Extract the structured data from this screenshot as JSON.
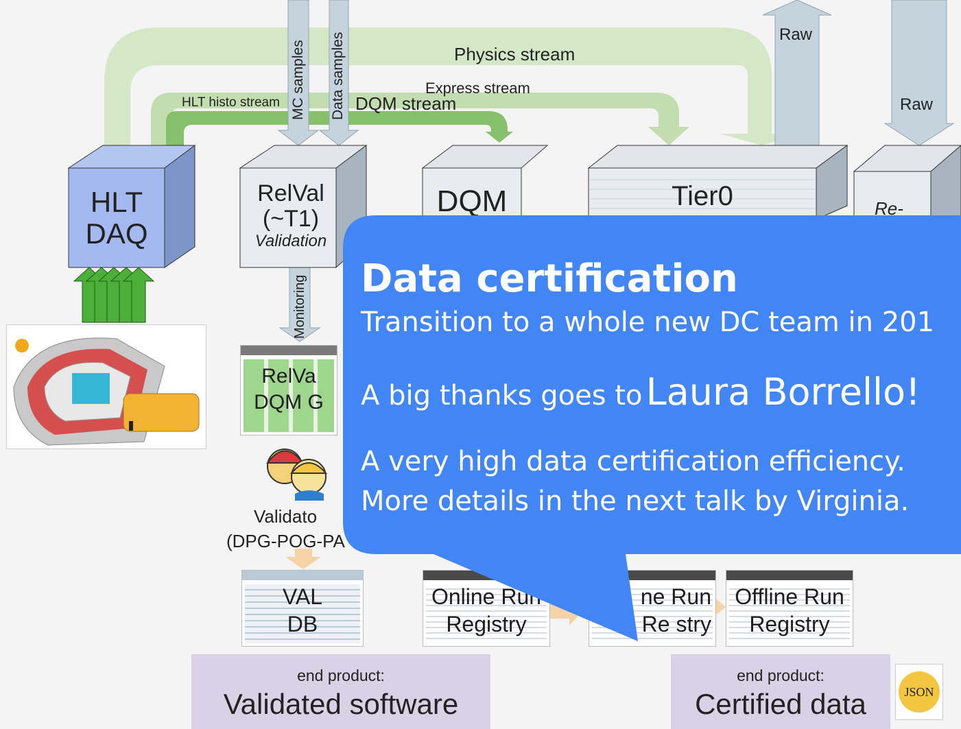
{
  "flow": {
    "physics_stream": "Physics stream",
    "express_stream": "Express stream",
    "hlt_histo_stream": "HLT histo stream",
    "dqm_stream": "DQM stream",
    "mc_samples": "MC samples",
    "data_samples": "Data samples",
    "raw_up": "Raw",
    "raw_down": "Raw",
    "monitoring": "Monitoring"
  },
  "boxes": {
    "hlt": [
      "HLT",
      "DAQ"
    ],
    "relval": [
      "RelVal",
      "(~T1)",
      "Validation"
    ],
    "dqm": "DQM",
    "tier0": "Tier0",
    "rereco": "Re-"
  },
  "relval_gui": [
    "RelVa",
    "DQM G"
  ],
  "validators": [
    "Validato",
    "(DPG-POG-PA"
  ],
  "registries": {
    "val_db": [
      "VAL",
      "DB"
    ],
    "online": [
      "Online Run",
      "Registry"
    ],
    "partial": [
      "ne Run",
      "Re",
      "stry"
    ],
    "offline": [
      "Offline Run",
      "Registry"
    ]
  },
  "end_products": {
    "left": {
      "label": "end product:",
      "value": "Validated software"
    },
    "right": {
      "label": "end product:",
      "value": "Certified data"
    }
  },
  "json_badge": "JSON",
  "callout": {
    "title": "Data certification",
    "line1": "Transition to a whole new DC team in 201",
    "thanks_prefix": "A big thanks goes to",
    "thanks_name": "Laura Borrello!",
    "line3": "A very high data certification efficiency.",
    "line4": "More details in the next talk by Virginia.",
    "color": "#4285f4"
  }
}
